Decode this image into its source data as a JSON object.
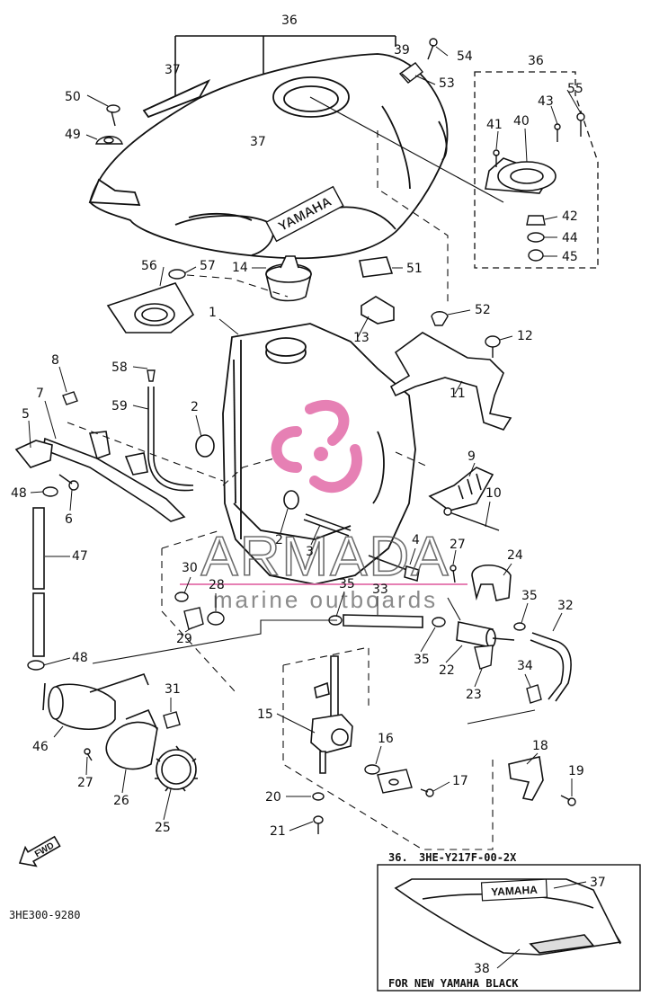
{
  "diagram": {
    "drawing_number": "3HE300-9280",
    "arrow_text": "FWD",
    "tank_logo": "YAMAHA",
    "inset": {
      "part_ref": "36.",
      "part_number": "3HE-Y217F-00-2X",
      "note": "FOR NEW YAMAHA BLACK",
      "logo": "YAMAHA"
    },
    "watermark": {
      "brand": "ARMADA",
      "tagline": "marine outboards",
      "accent_color": "#e26aa8"
    },
    "callouts": [
      "1",
      "2",
      "3",
      "4",
      "5",
      "6",
      "7",
      "8",
      "9",
      "10",
      "11",
      "12",
      "13",
      "14",
      "15",
      "16",
      "17",
      "18",
      "19",
      "20",
      "21",
      "22",
      "23",
      "24",
      "25",
      "26",
      "27",
      "28",
      "29",
      "30",
      "31",
      "32",
      "33",
      "34",
      "35",
      "36",
      "37",
      "38",
      "39",
      "40",
      "41",
      "42",
      "43",
      "44",
      "45",
      "46",
      "47",
      "48",
      "49",
      "50",
      "51",
      "52",
      "53",
      "54",
      "55",
      "56",
      "57",
      "58",
      "59"
    ]
  }
}
